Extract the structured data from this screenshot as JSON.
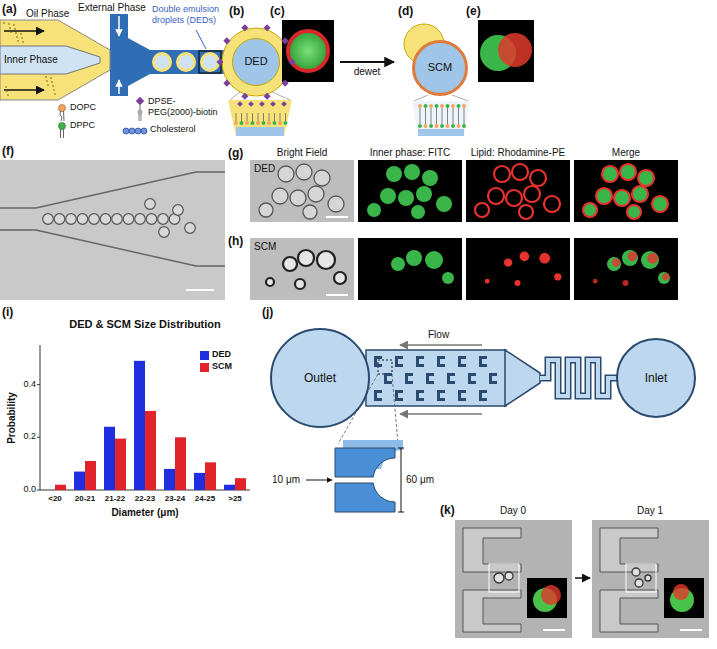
{
  "diagram": {
    "nodes": [
      {
        "text": [
          "DED"
        ]
      },
      {
        "text": [
          "SCM"
        ]
      },
      {
        "text": [
          "Outlet"
        ]
      },
      {
        "text": [
          "Inlet"
        ]
      }
    ],
    "labels": [
      "(a)",
      "External Phase",
      "Oil Phase",
      "Inner Phase",
      "Double emulsion droplets (DEDs)",
      "(b)",
      "(c)",
      "dewet",
      "(d)",
      "(e)",
      "(f)",
      "(g)",
      "DED",
      "Bright Field",
      "Inner phase: FITC",
      "Lipid: Rhodamine-PE",
      "Merge",
      "(h)",
      "SCM",
      "(i)",
      "DED & SCM Size Distribution",
      "Probability",
      "0.4",
      "0.2",
      "0.0",
      "<20",
      "20-21",
      "21-22",
      "22-23",
      "23-24",
      "24-25",
      ">25",
      "Diameter (μm)",
      "(j)",
      "Flow",
      "10 μm",
      "60 μm",
      "(k)",
      "Day 0",
      "Day 1"
    ],
    "legend": [
      {
        "text": "DOPC"
      },
      {
        "text": "DPPC"
      },
      {
        "text": "DPSE-PEG(2000)-biotin"
      },
      {
        "text": "Cholesterol"
      },
      {
        "text": "DED",
        "color": "#1f2fe0"
      },
      {
        "text": "SCM",
        "color": "#e0242a"
      }
    ]
  }
}
